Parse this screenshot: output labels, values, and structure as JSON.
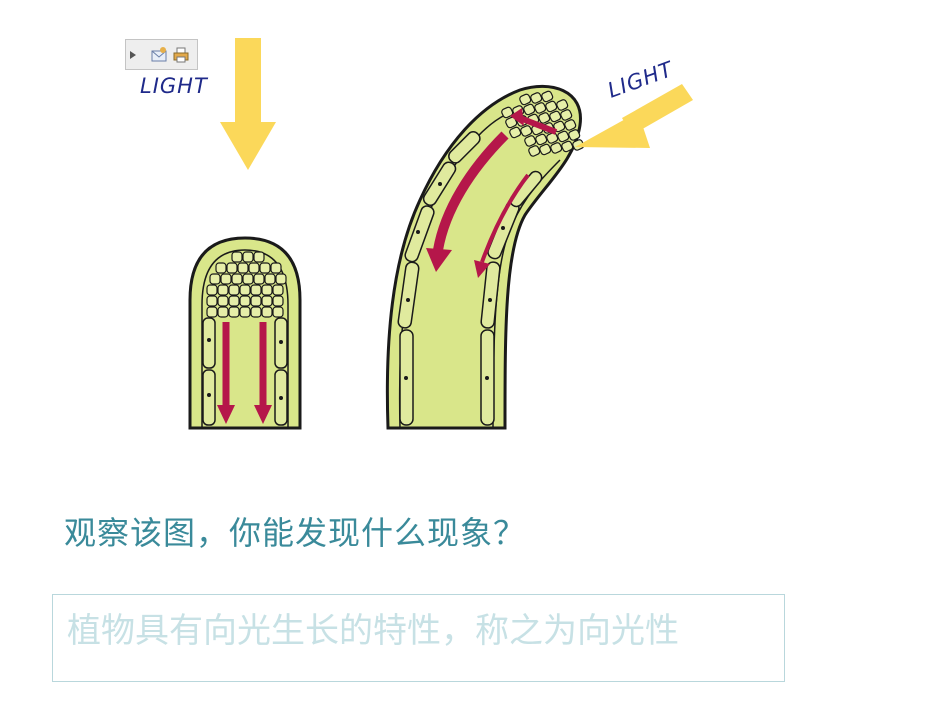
{
  "diagram": {
    "light_label_left": "LIGHT",
    "light_label_right": "LIGHT"
  },
  "question": "观察该图，你能发现什么现象？",
  "answer": "植物具有向光生长的特性，称之为向光性",
  "toolbar": {
    "icons": [
      "arrow-icon",
      "email-icon",
      "print-icon"
    ]
  },
  "colors": {
    "stem_fill": "#d9e68a",
    "stem_outline": "#1a1a1a",
    "light_arrow": "#fbd85a",
    "auxin_arrow": "#b5174a",
    "question_text": "#3a8a9a",
    "answer_text": "#c7e1e5"
  }
}
